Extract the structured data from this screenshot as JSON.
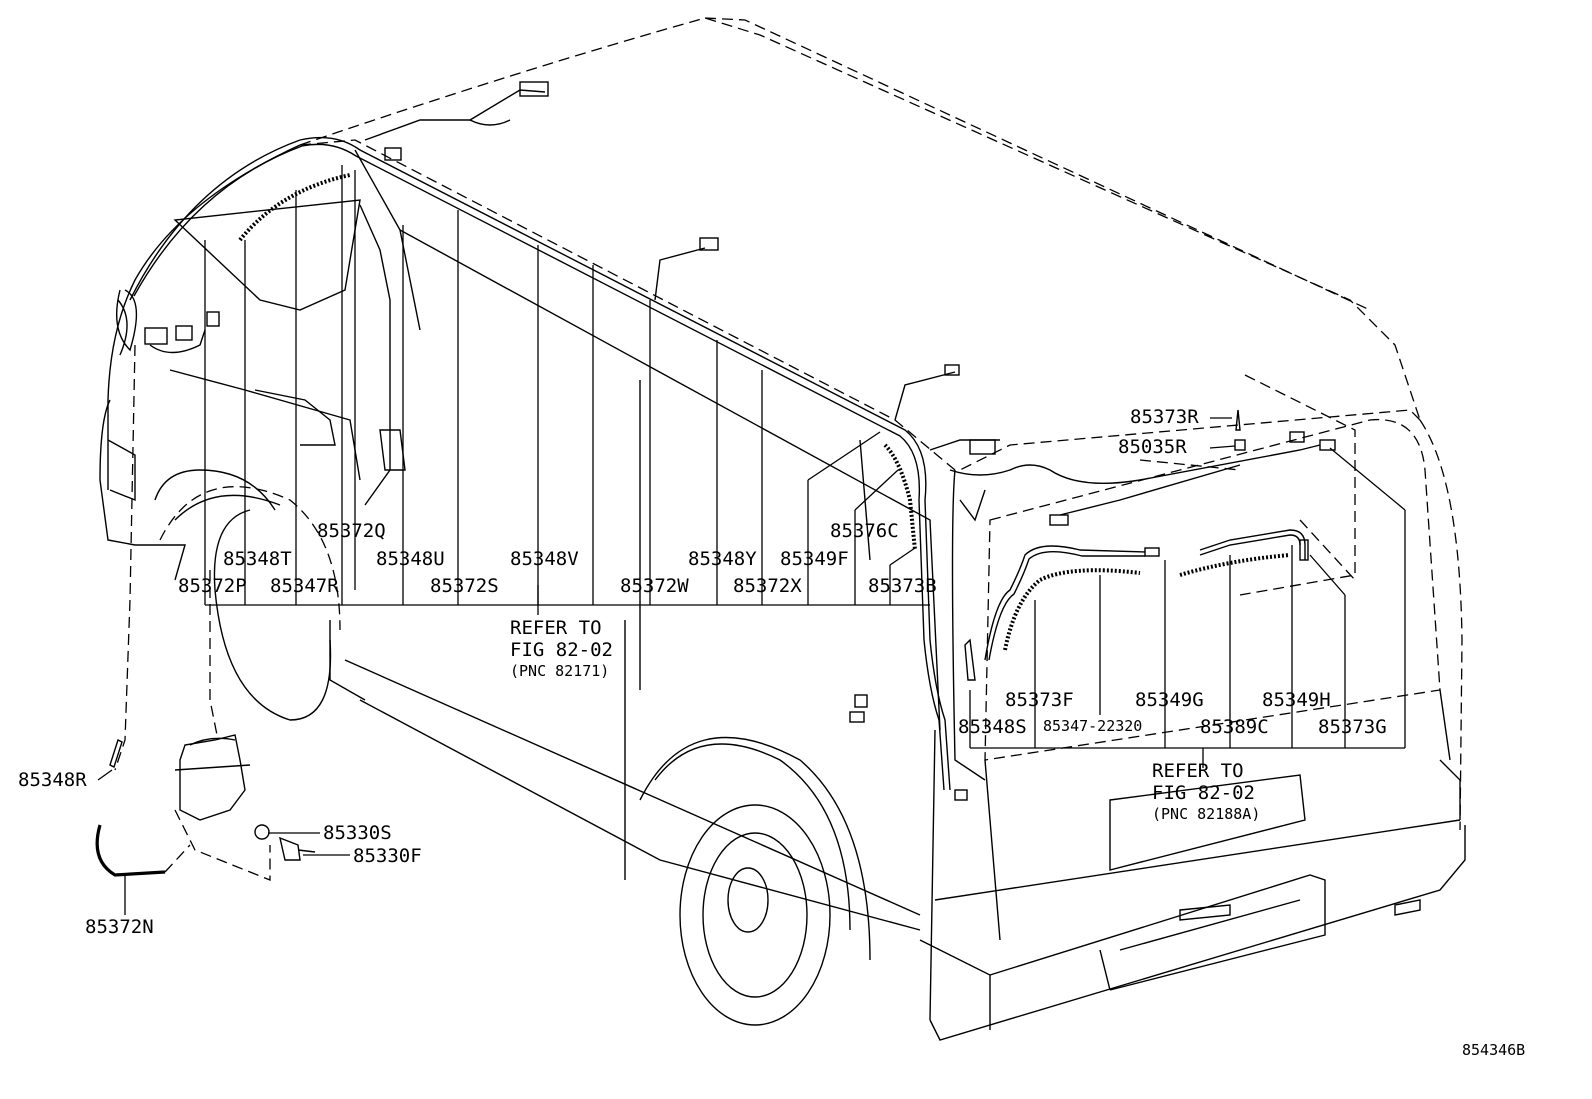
{
  "diagram_id": "854346B",
  "references": [
    {
      "line1": "REFER TO",
      "line2": "FIG 82-02",
      "line3": "(PNC 82171)"
    },
    {
      "line1": "REFER TO",
      "line2": "FIG 82-02",
      "line3": "(PNC 82188A)"
    }
  ],
  "left_group": {
    "upper_row": [
      "85348T",
      "85372Q",
      "85348U",
      "85348V",
      "85348Y",
      "85349F",
      "85376C"
    ],
    "lower_row": [
      "85372P",
      "85347R",
      "85372S",
      "85372W",
      "85372X",
      "85373B"
    ]
  },
  "right_group": {
    "top": [
      "85373R",
      "85035R"
    ],
    "upper_row": [
      "85373F",
      "85349G",
      "85349H"
    ],
    "lower_row": [
      "85348S",
      "85347-22320",
      "85389C",
      "85373G"
    ]
  },
  "washer_parts": [
    "85348R",
    "85330S",
    "85330F",
    "85372N"
  ]
}
